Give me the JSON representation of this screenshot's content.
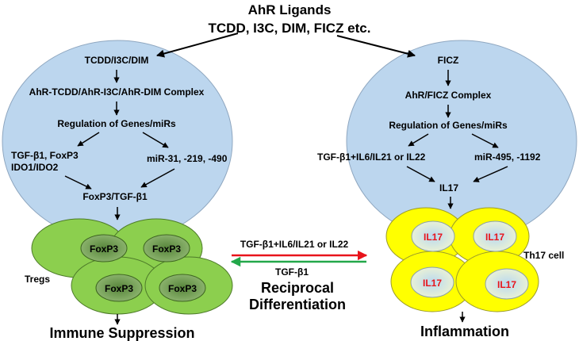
{
  "header": {
    "line1": "AhR Ligands",
    "line2": "TCDD, I3C, DIM, FICZ etc."
  },
  "left_pathway": {
    "ligand": "TCDD/I3C/DIM",
    "complex": "AhR-TCDD/AhR-I3C/AhR-DIM Complex",
    "regulation": "Regulation of Genes/miRs",
    "genes_line1": "TGF-β1, FoxP3",
    "genes_line2": "IDO1/IDO2",
    "mirs": "miR-31, -219, -490",
    "result": "FoxP3/TGF-β1"
  },
  "right_pathway": {
    "ligand": "FICZ",
    "complex": "AhR/FICZ Complex",
    "regulation": "Regulation of Genes/miRs",
    "genes": "TGF-β1+IL6/IL21 or IL22",
    "mirs": "miR-495, -1192",
    "result": "IL17"
  },
  "cells": {
    "treg_label": "Tregs",
    "treg_nucleus": "FoxP3",
    "th17_label": "Th17 cell",
    "th17_nucleus": "IL17",
    "treg_fill": "#8ccf4e",
    "th17_fill": "#ffff00",
    "pathway_fill": "#bcd6ee"
  },
  "middle": {
    "to_th17": "TGF-β1+IL6/IL21 or IL22",
    "to_treg": "TGF-β1",
    "reciprocal_line1": "Reciprocal",
    "reciprocal_line2": "Differentiation",
    "red_arrow_color": "#e8141b",
    "green_arrow_color": "#23a84a"
  },
  "outcomes": {
    "left": "Immune Suppression",
    "right": "Inflammation"
  }
}
